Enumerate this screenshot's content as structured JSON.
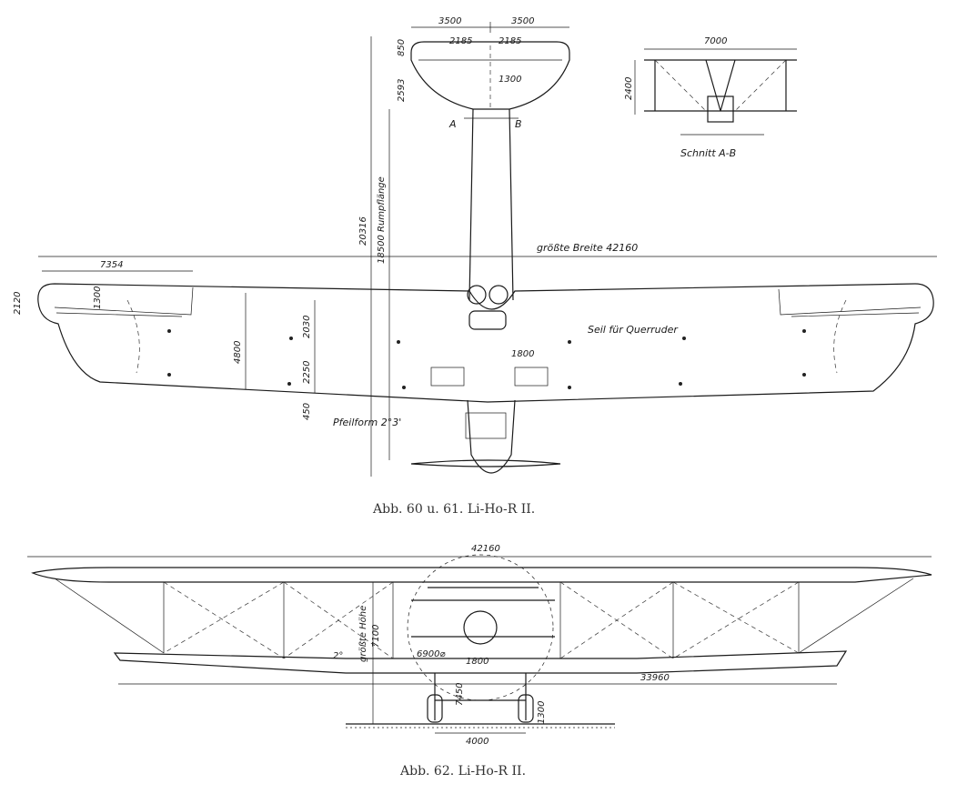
{
  "top_view": {
    "tail_half_span_left": "3500",
    "tail_half_span_right": "3500",
    "elevator_left": "2185",
    "elevator_right": "2185",
    "tail_depth": "850",
    "tail_center": "1300",
    "tail_length": "2593",
    "section_marker_a": "A",
    "section_marker_b": "B",
    "length_total": "20316",
    "length_fuselage": "18500 Rumpflänge",
    "max_width": "größte Breite 42160",
    "aileron_span": "7354",
    "tip_chord": "2120",
    "aileron_chord": "1300",
    "root_chord": "4800",
    "mid_chord_a": "2030",
    "mid_chord_b": "2250",
    "sweep_offset": "450",
    "sweep_label": "Pfeilform 2°3'",
    "cable_label": "Seil für Querruder",
    "engine_gap": "1800"
  },
  "section_view": {
    "span": "7000",
    "height": "2400",
    "title": "Schnitt A-B"
  },
  "caption_top": "Abb. 60 u. 61.   Li-Ho-R II.",
  "front_view": {
    "span": "42160",
    "height_label": "größte Höhe",
    "height_value": "7100",
    "dihedral": "2°",
    "propeller": "6900⌀",
    "center_gap": "1800",
    "gear_height": "7450",
    "lower_span": "33960",
    "track": "4000",
    "wheel_height": "1300"
  },
  "caption_bottom": "Abb. 62.  Li-Ho-R II."
}
